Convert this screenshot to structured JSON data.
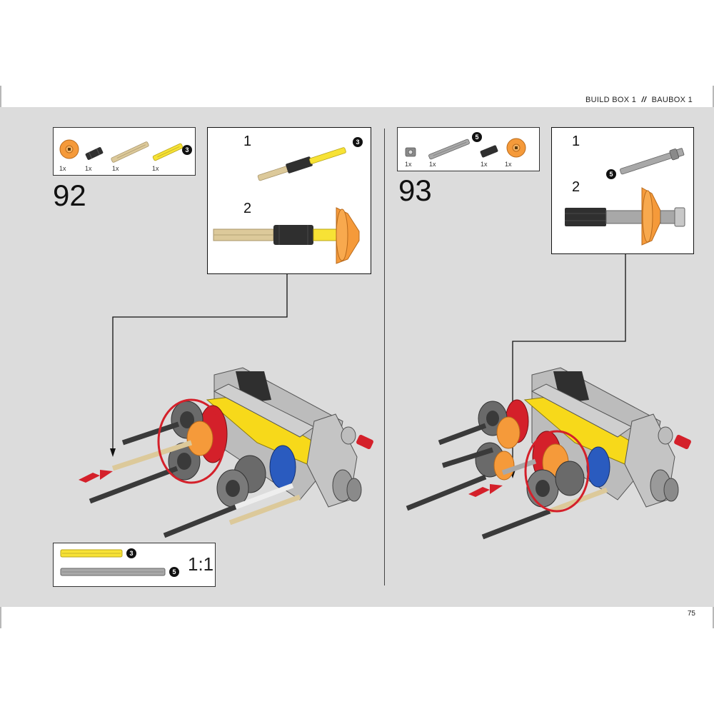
{
  "header": {
    "left": "BUILD BOX 1",
    "separator": "//",
    "right": "BAUBOX 1"
  },
  "page_number": "75",
  "step92": {
    "number": "92",
    "parts": [
      {
        "name": "orange-gear-part",
        "qty": "1x"
      },
      {
        "name": "black-axle-connector-part",
        "qty": "1x"
      },
      {
        "name": "tan-axle-part",
        "qty": "1x"
      },
      {
        "name": "yellow-axle-part",
        "qty": "1x"
      }
    ],
    "axle_badge": "3",
    "substeps": [
      "1",
      "2"
    ],
    "sub_badge": "3"
  },
  "step93": {
    "number": "93",
    "parts": [
      {
        "name": "gray-bush-part",
        "qty": "1x"
      },
      {
        "name": "gray-axle-part",
        "qty": "1x"
      },
      {
        "name": "black-axle-connector-part",
        "qty": "1x"
      },
      {
        "name": "orange-gear-part",
        "qty": "1x"
      }
    ],
    "axle_badge": "5",
    "substeps": [
      "1",
      "2"
    ],
    "sub_badge": "5"
  },
  "scale": {
    "ratio": "1:1",
    "items": [
      {
        "color": "yellow",
        "badge": "3"
      },
      {
        "color": "gray",
        "badge": "5"
      }
    ]
  },
  "colors": {
    "background": "#dcdcdc",
    "orange": "#f59a3a",
    "yellow": "#f7e235",
    "tan": "#dcc99a",
    "red_highlight": "#d4202a",
    "dark_gray": "#3a3a3a",
    "light_gray": "#a8a8a8"
  }
}
